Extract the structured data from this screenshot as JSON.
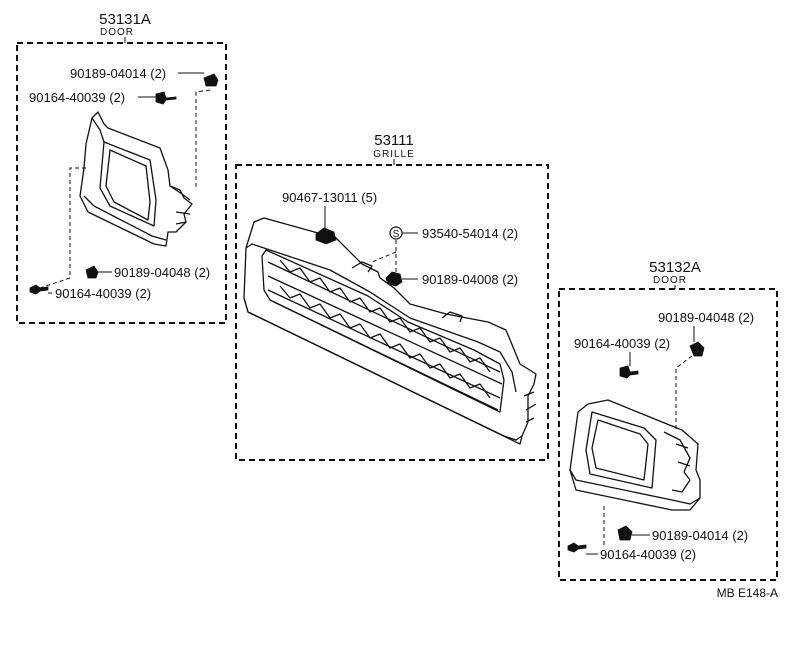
{
  "groups": {
    "left_door": {
      "number": "53131A",
      "name": "DOOR"
    },
    "grille": {
      "number": "53111",
      "name": "GRILLE"
    },
    "right_door": {
      "number": "53132A",
      "name": "DOOR"
    }
  },
  "parts": {
    "l_clip_top": "90189-04014 (2)",
    "l_screw_top": "90164-40039 (2)",
    "l_clip_bot": "90189-04048 (2)",
    "l_screw_bot": "90164-40039 (2)",
    "g_retainer": "90467-13011 (5)",
    "g_screw": "93540-54014 (2)",
    "g_clip": "90189-04008 (2)",
    "r_clip_top": "90189-04048 (2)",
    "r_screw_top": "90164-40039 (2)",
    "r_clip_bot": "90189-04014 (2)",
    "r_screw_bot": "90164-40039 (2)"
  },
  "screw_symbol": "S",
  "ref_code": "MB  E148-A"
}
